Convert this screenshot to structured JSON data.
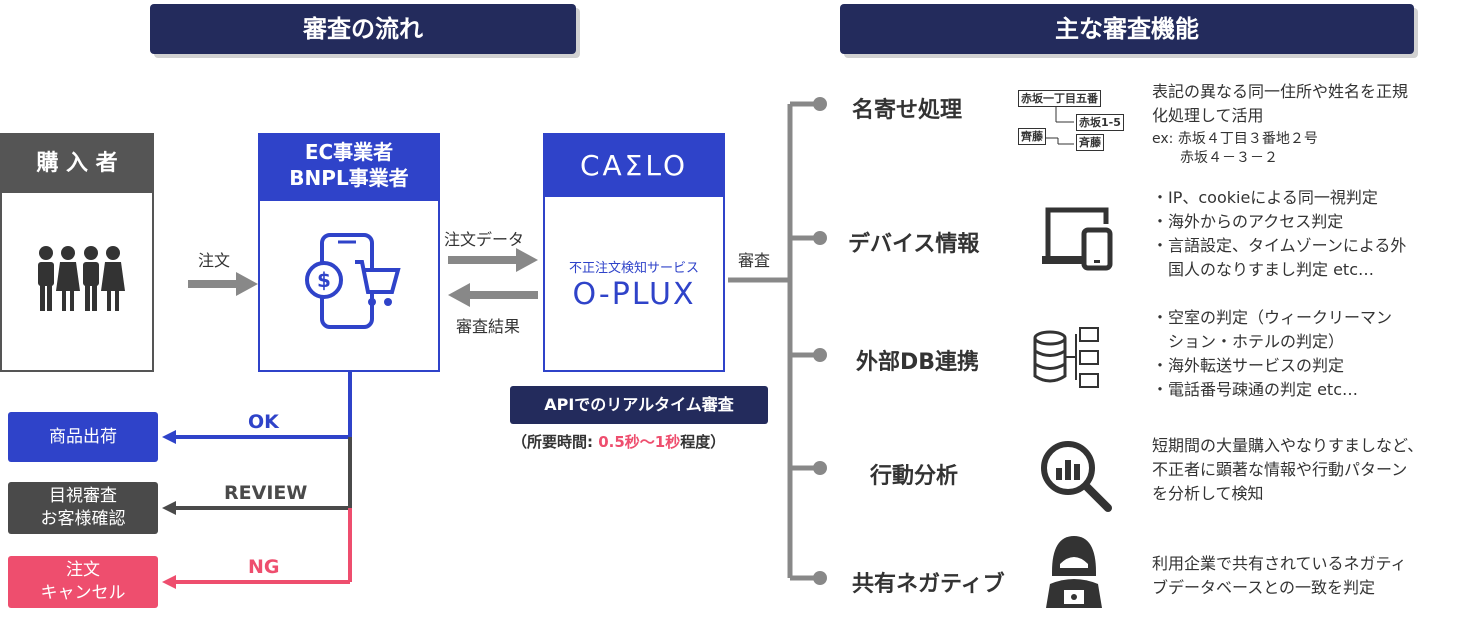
{
  "headers": {
    "left": "審査の流れ",
    "right": "主な審査機能"
  },
  "buyer": {
    "title": "購 入 者"
  },
  "ec": {
    "line1": "EC事業者",
    "line2": "BNPL事業者"
  },
  "oplus": {
    "logo_top": "CAΣLO",
    "service_label": "不正注文検知サービス",
    "logo_bottom": "O-PLUX"
  },
  "arrows": {
    "order": "注文",
    "order_data": "注文データ",
    "review_result": "審査結果",
    "screening": "審査"
  },
  "api": {
    "label": "APIでのリアルタイム審査",
    "time_prefix": "（所要時間: ",
    "time_value": "0.5秒～1秒",
    "time_suffix": "程度）"
  },
  "outcomes": [
    {
      "box": "商品出荷",
      "label": "OK",
      "color": "#2f43c9"
    },
    {
      "box_line1": "目視審査",
      "box_line2": "お客様確認",
      "label": "REVIEW",
      "color": "#4a4a4a"
    },
    {
      "box_line1": "注文",
      "box_line2": "キャンセル",
      "label": "NG",
      "color": "#ee4e6e"
    }
  ],
  "features": [
    {
      "title": "名寄せ処理",
      "icon": "name-matching-icon",
      "samples": [
        "赤坂一丁目五番",
        "赤坂1-5",
        "齊藤",
        "斉藤"
      ],
      "desc": [
        "表記の異なる同一住所や姓名を正規",
        "化処理して活用"
      ],
      "example": [
        "ex: 赤坂４丁目３番地２号",
        "　　赤坂４－３－２"
      ]
    },
    {
      "title": "デバイス情報",
      "icon": "devices-icon",
      "desc": [
        "・IP、cookieによる同一視判定",
        "・海外からのアクセス判定",
        "・言語設定、タイムゾーンによる外",
        "　国人のなりすまし判定 etc…"
      ]
    },
    {
      "title": "外部DB連携",
      "icon": "database-icon",
      "desc": [
        "・空室の判定（ウィークリーマン",
        "　ション・ホテルの判定）",
        "・海外転送サービスの判定",
        "・電話番号疎通の判定 etc…"
      ]
    },
    {
      "title": "行動分析",
      "icon": "analytics-search-icon",
      "desc": [
        "短期間の大量購入やなりすましなど、",
        "不正者に顕著な情報や行動パターン",
        "を分析して検知"
      ]
    },
    {
      "title": "共有ネガティブ",
      "icon": "hacker-icon",
      "desc": [
        "利用企業で共有されているネガティ",
        "ブデータベースとの一致を判定"
      ]
    }
  ]
}
